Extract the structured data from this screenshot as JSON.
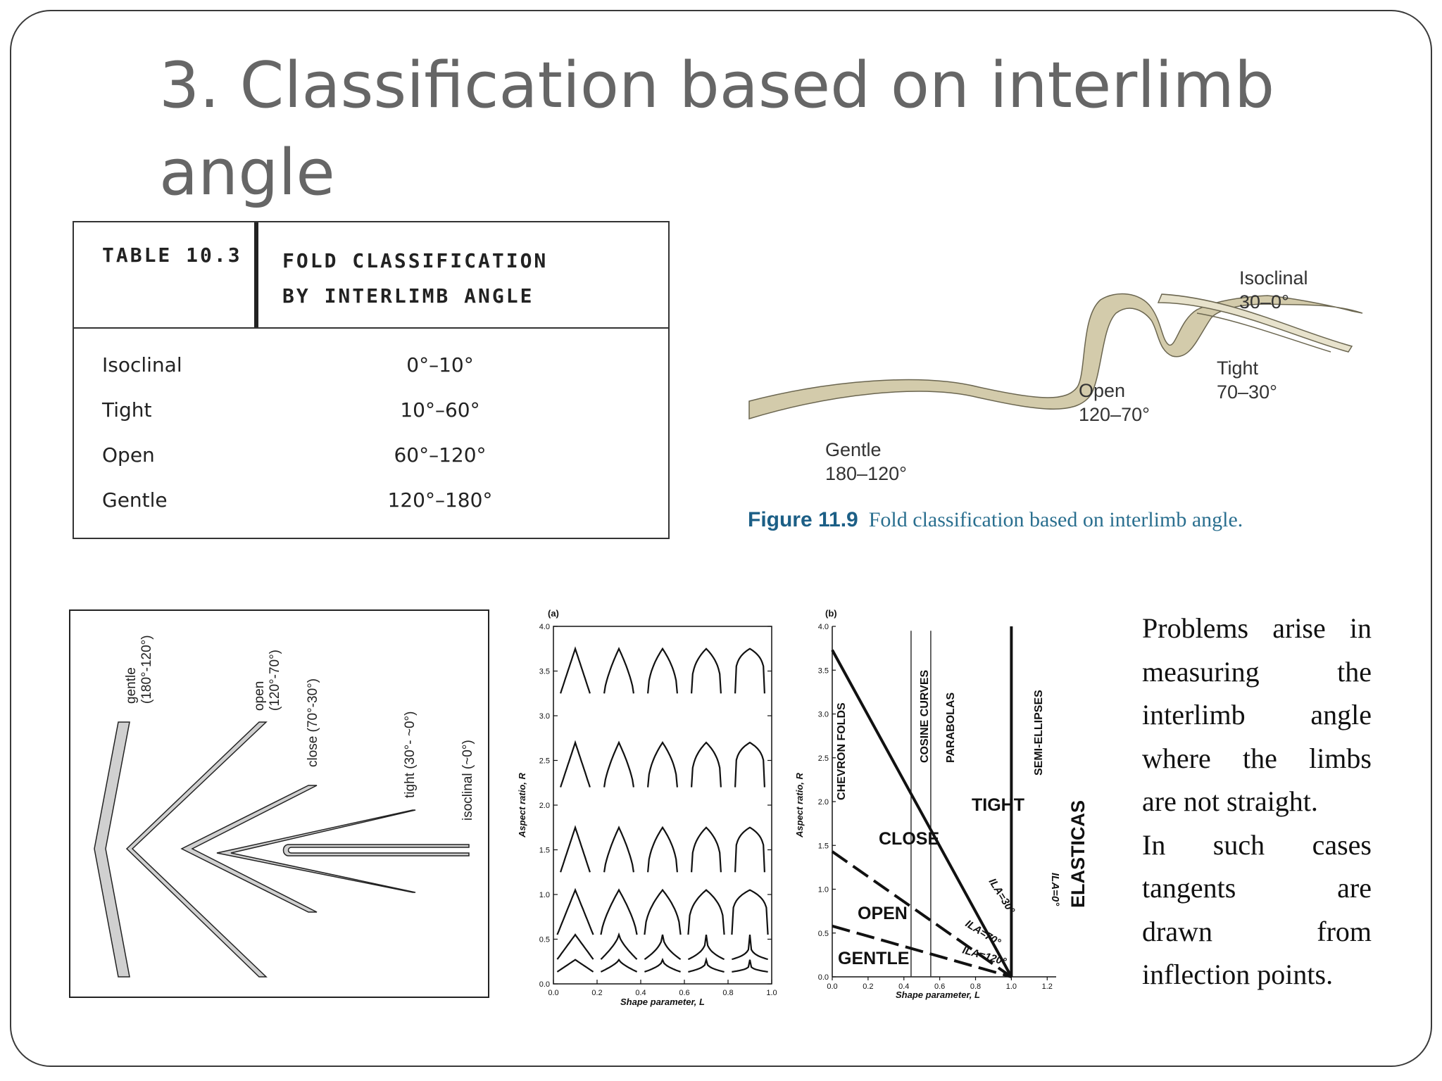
{
  "slide": {
    "title": "3. Classification based on interlimb angle"
  },
  "table": {
    "label": "TABLE 10.3",
    "title_line1": "FOLD CLASSIFICATION",
    "title_line2": "BY INTERLIMB ANGLE",
    "rows": [
      {
        "name": "Isoclinal",
        "range": "0°–10°"
      },
      {
        "name": "Tight",
        "range": "10°–60°"
      },
      {
        "name": "Open",
        "range": "60°–120°"
      },
      {
        "name": "Gentle",
        "range": "120°–180°"
      }
    ]
  },
  "figure_11_9": {
    "labels": [
      {
        "name": "Isoclinal",
        "range": "30–0°"
      },
      {
        "name": "Tight",
        "range": "70–30°"
      },
      {
        "name": "Open",
        "range": "120–70°"
      },
      {
        "name": "Gentle",
        "range": "180–120°"
      }
    ],
    "caption_number": "Figure 11.9",
    "caption_text": "Fold classification based on interlimb angle."
  },
  "fold_sketch": {
    "labels": [
      "gentle",
      "(180°-120°)",
      "open",
      "(120°-70°)",
      "close (70°-30°)",
      "tight (30°- ~0°)",
      "isoclinal (~0°)"
    ]
  },
  "chart_a": {
    "panel": "(a)",
    "xlabel": "Shape parameter, L",
    "ylabel": "Aspect ratio, R",
    "xticks": [
      "0.0",
      "0.2",
      "0.4",
      "0.6",
      "0.8",
      "1.0"
    ],
    "yticks": [
      "0.0",
      "0.5",
      "1.0",
      "1.5",
      "2.0",
      "2.5",
      "3.0",
      "3.5",
      "4.0"
    ]
  },
  "chart_b": {
    "panel": "(b)",
    "xlabel": "Shape parameter, L",
    "ylabel": "Aspect ratio, R",
    "xticks": [
      "0.0",
      "0.2",
      "0.4",
      "0.6",
      "0.8",
      "1.0",
      "1.2"
    ],
    "yticks": [
      "0.0",
      "0.5",
      "1.0",
      "1.5",
      "2.0",
      "2.5",
      "3.0",
      "3.5",
      "4.0"
    ],
    "vertical_labels": [
      "CHEVRON FOLDS",
      "COSINE CURVES",
      "PARABOLAS",
      "SEMI-ELLIPSES"
    ],
    "regions": [
      "TIGHT",
      "CLOSE",
      "OPEN",
      "GENTLE"
    ],
    "ila_labels": [
      "ILA=30°",
      "ILA=70°",
      "ILA=120°",
      "ILA=0°"
    ],
    "side_label": "ELASTICAS"
  },
  "chart_data": [
    {
      "type": "line",
      "title": "(a)",
      "xlabel": "Shape parameter, L",
      "ylabel": "Aspect ratio, R",
      "xlim": [
        0.0,
        1.0
      ],
      "ylim": [
        0.0,
        4.0
      ],
      "x": [
        0.1,
        0.3,
        0.5,
        0.7,
        0.9
      ],
      "series": [
        {
          "values": [
            3.75,
            3.75,
            3.75,
            3.75,
            3.75
          ]
        },
        {
          "values": [
            2.7,
            2.7,
            2.7,
            2.7,
            2.7
          ]
        },
        {
          "values": [
            1.75,
            1.75,
            1.75,
            1.75,
            1.75
          ]
        },
        {
          "values": [
            1.05,
            1.05,
            1.05,
            1.05,
            1.05
          ]
        },
        {
          "values": [
            0.55,
            0.55,
            0.55,
            0.55,
            0.55
          ]
        },
        {
          "values": [
            0.27,
            0.27,
            0.27,
            0.27,
            0.27
          ]
        }
      ]
    },
    {
      "type": "line",
      "title": "(b)",
      "xlabel": "Shape parameter, L",
      "ylabel": "Aspect ratio, R",
      "xlim": [
        0.0,
        1.25
      ],
      "ylim": [
        0.0,
        4.0
      ],
      "series": [
        {
          "name": "ILA=30°",
          "x": [
            0.0,
            1.0
          ],
          "values": [
            3.73,
            0.0
          ]
        },
        {
          "name": "ILA=70°",
          "x": [
            0.0,
            1.0
          ],
          "values": [
            1.43,
            0.0
          ]
        },
        {
          "name": "ILA=120°",
          "x": [
            0.0,
            1.0
          ],
          "values": [
            0.58,
            0.0
          ]
        },
        {
          "name": "ILA=0°",
          "x": [
            1.0,
            1.0
          ],
          "values": [
            0.0,
            4.0
          ]
        }
      ],
      "vlines": [
        {
          "name": "COSINE CURVES",
          "x": 0.44
        },
        {
          "name": "PARABOLAS",
          "x": 0.55
        }
      ]
    }
  ],
  "side_text": {
    "lines": [
      "Problems arise in",
      "measuring the",
      "interlimb angle",
      "where the limbs",
      "are not straight."
    ],
    "lines2": [
      "In such cases",
      "tangents are",
      "drawn from",
      "inflection points."
    ]
  }
}
